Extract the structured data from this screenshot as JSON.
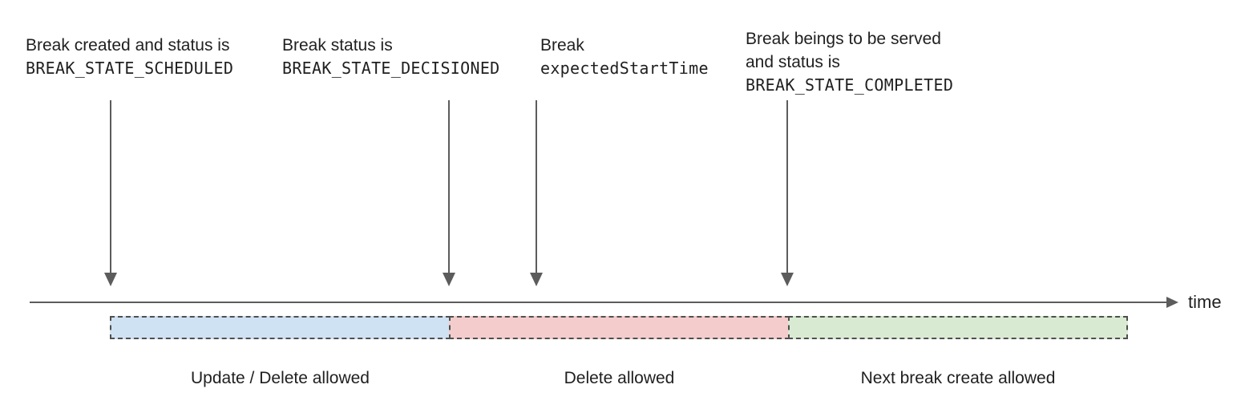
{
  "diagram_title": "break-lifecycle-timeline",
  "annotations": [
    {
      "line1": "Break created and status is",
      "code": "BREAK_STATE_SCHEDULED"
    },
    {
      "line1": "Break status is",
      "code": "BREAK_STATE_DECISIONED"
    },
    {
      "line1": "Break",
      "code": "expectedStartTime"
    },
    {
      "line1": "Break beings to be served",
      "line2": "and status is",
      "code": "BREAK_STATE_COMPLETED"
    }
  ],
  "timeline": {
    "label": "time",
    "axis_color": "#5c5c5c"
  },
  "segments": [
    {
      "label": "Update / Delete allowed",
      "fill": "#cfe2f3",
      "border_color": "#4f4f4f"
    },
    {
      "label": "Delete allowed",
      "fill": "#f4cccc",
      "border_color": "#4f4f4f"
    },
    {
      "label": "Next break create allowed",
      "fill": "#d9ead3",
      "border_color": "#4f4f4f"
    }
  ],
  "colors": {
    "text": "#1f1f1f",
    "arrow": "#5c5c5c"
  }
}
